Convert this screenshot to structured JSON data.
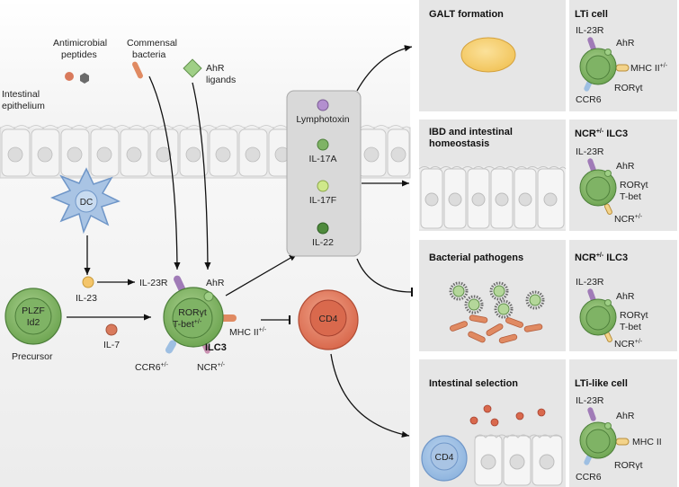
{
  "left": {
    "antimicrobial": [
      "Antimicrobial",
      "peptides"
    ],
    "commensal": [
      "Commensal",
      "bacteria"
    ],
    "ahr_ligands": [
      "AhR",
      "ligands"
    ],
    "epithelium": [
      "Intestinal",
      "epithelium"
    ],
    "dc": "DC",
    "il23": "IL-23",
    "il23r_arrow": "IL-23R",
    "il7": "IL-7",
    "precursor_label": "Precursor",
    "precursor_top": "PLZF",
    "precursor_bottom": "Id2",
    "ilc3_ror": "RORγt",
    "ilc3_tbet": "T-bet",
    "ilc3_tbet_sup": "+/-",
    "ahr": "AhR",
    "mhc": "MHC II",
    "mhc_sup": "+/-",
    "ccr6": "CCR6",
    "ccr6_sup": "+/-",
    "ncr": "NCR",
    "ncr_sup": "+/-",
    "ilc3_label": "ILC3",
    "cd4": "CD4"
  },
  "cytokines": [
    "Lymphotoxin",
    "IL-17A",
    "IL-17F",
    "IL-22"
  ],
  "panels": [
    {
      "title": "GALT formation"
    },
    {
      "title_lines": [
        "IBD and intestinal",
        "homeostasis"
      ]
    },
    {
      "title": "Bacterial pathogens"
    },
    {
      "title": "Intestinal selection",
      "cd4": "CD4"
    }
  ],
  "cells": [
    {
      "title": "LTi cell",
      "il23r": "IL-23R",
      "ahr": "AhR",
      "mhc": "MHC II",
      "mhc_sup": "+/-",
      "ror": "RORγt",
      "ccr6": "CCR6"
    },
    {
      "title": "NCR",
      "title_sup": "+/-",
      "title_tail": " ILC3",
      "il23r": "IL-23R",
      "ahr": "AhR",
      "ror": "RORγt",
      "tbet": "T-bet",
      "ncr": "NCR",
      "ncr_sup": "+/-"
    },
    {
      "title": "NCR",
      "title_sup": "+/-",
      "title_tail": " ILC3",
      "il23r": "IL-23R",
      "ahr": "AhR",
      "ror": "RORγt",
      "tbet": "T-bet",
      "ncr": "NCR",
      "ncr_sup": "+/-"
    },
    {
      "title": "LTi-like cell",
      "il23r": "IL-23R",
      "ahr": "AhR",
      "mhc": "MHC II",
      "ror": "RORγt",
      "ccr6": "CCR6"
    }
  ]
}
